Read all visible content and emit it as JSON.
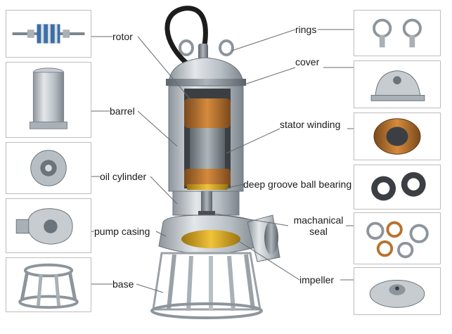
{
  "labels": {
    "rotor": "rotor",
    "barrel": "barrel",
    "oil_cylinder": "oil cylinder",
    "pump_casing": "pump casing",
    "base": "base",
    "rings": "rings",
    "cover": "cover",
    "stator_winding": "stator winding",
    "bearing": "deep groove ball bearing",
    "mechanical_seal": "machanical seal",
    "impeller": "impeller"
  },
  "colors": {
    "metal_light": "#d9dde0",
    "metal_mid": "#a9b0b6",
    "metal_dark": "#6c747b",
    "copper": "#b8732f",
    "gold": "#d9a21a",
    "cable": "#1c1c1c",
    "leader": "#6a6a6a"
  }
}
